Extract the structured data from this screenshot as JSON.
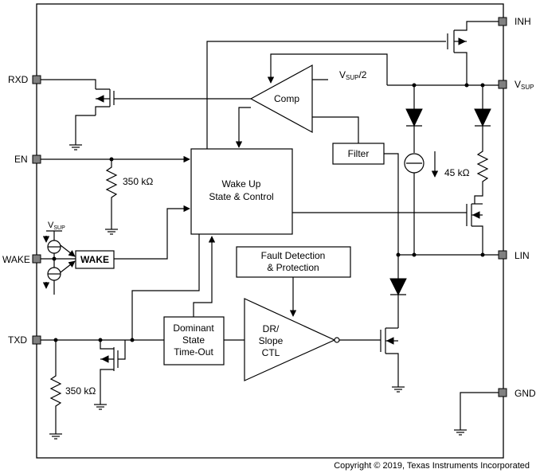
{
  "pins": {
    "inh": "INH",
    "vsup_main": "V",
    "vsup_sub": "SUP",
    "rxd": "RXD",
    "en": "EN",
    "wake": "WAKE",
    "txd": "TXD",
    "lin": "LIN",
    "gnd": "GND"
  },
  "blocks": {
    "wake_up_line1": "Wake Up",
    "wake_up_line2": "State & Control",
    "comp": "Comp",
    "filter": "Filter",
    "wake_box": "WAKE",
    "fault_line1": "Fault Detection",
    "fault_line2": "& Protection",
    "dominant_line1": "Dominant",
    "dominant_line2": "State",
    "dominant_line3": "Time-Out",
    "driver_line1": "DR/",
    "driver_line2": "Slope",
    "driver_line3": "CTL"
  },
  "labels": {
    "vsup_half_main": "V",
    "vsup_half_sub": "SUP",
    "vsup_half_suffix": "/2",
    "wake_vsup_main": "V",
    "wake_vsup_sub": "SUP",
    "r_en": "350 kΩ",
    "r_txd": "350 kΩ",
    "r_lin": "45 kΩ"
  },
  "copyright": "Copyright © 2019, Texas Instruments Incorporated"
}
